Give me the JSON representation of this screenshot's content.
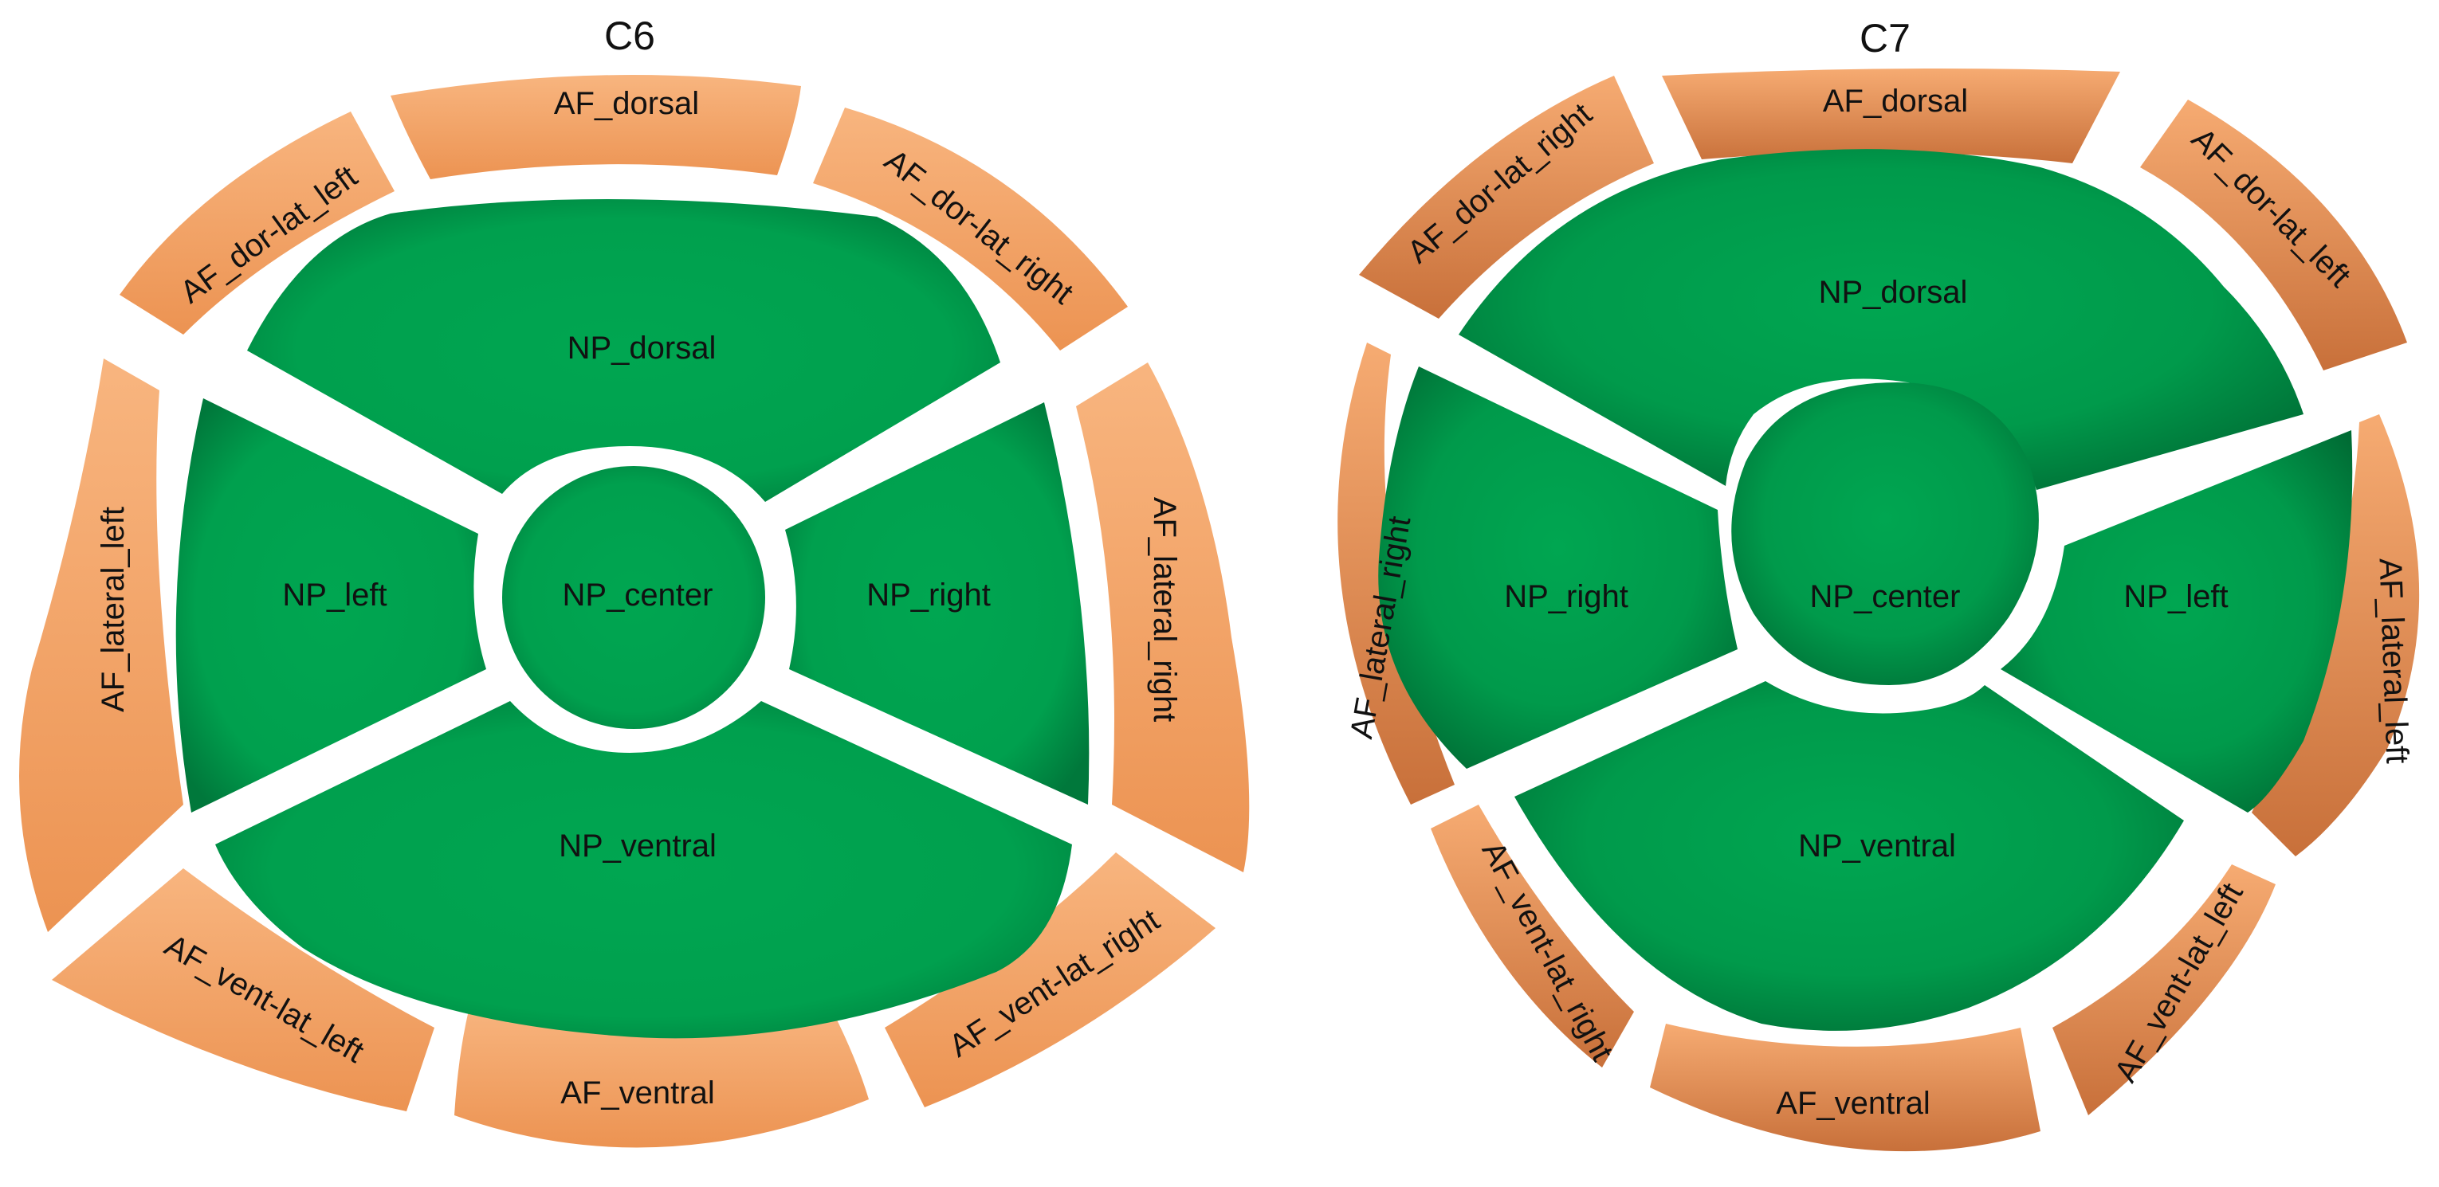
{
  "colors": {
    "np_fill": "#00a651",
    "np_dark": "#00763a",
    "af_light": "#f7b07a",
    "af_mid": "#ee9656",
    "af_dark": "#c26a34",
    "gap": "#ffffff"
  },
  "c6": {
    "title": "C6",
    "np": {
      "dorsal": "NP_dorsal",
      "left": "NP_left",
      "right": "NP_right",
      "ventral": "NP_ventral",
      "center": "NP_center"
    },
    "af": {
      "dorsal": "AF_dorsal",
      "dor_lat_left": "AF_dor-lat_left",
      "dor_lat_right": "AF_dor-lat_right",
      "lateral_left": "AF_lateral_left",
      "lateral_right": "AF_lateral_right",
      "vent_lat_left": "AF_vent-lat_left",
      "vent_lat_right": "AF_vent-lat_right",
      "ventral": "AF_ventral"
    }
  },
  "c7": {
    "title": "C7",
    "np": {
      "dorsal": "NP_dorsal",
      "right": "NP_right",
      "left": "NP_left",
      "ventral": "NP_ventral",
      "center": "NP_center"
    },
    "af": {
      "dorsal": "AF_dorsal",
      "dor_lat_right": "AF_dor-lat_right",
      "dor_lat_left": "AF_dor-lat_left",
      "lateral_right": "AF_lateral_right",
      "lateral_left": "AF_lateral_left",
      "vent_lat_right": "AF_vent-lat_right",
      "vent_lat_left": "AF_vent-lat_left",
      "ventral": "AF_ventral"
    }
  }
}
